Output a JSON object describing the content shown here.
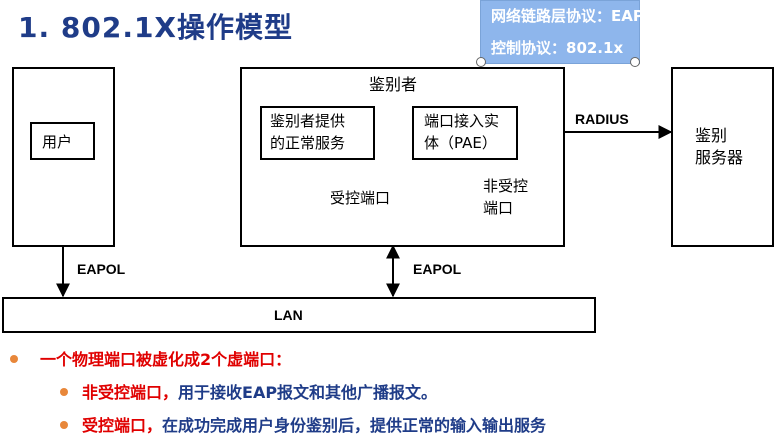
{
  "title": "1. 802.1X操作模型",
  "callout": {
    "line1": "网络链路层协议：EAPOL",
    "line2": "控制协议：802.1x"
  },
  "diagram": {
    "user": "用户",
    "authenticator": "鉴别者",
    "auth_service_line1": "鉴别者提供",
    "auth_service_line2": "的正常服务",
    "pae_line1": "端口接入实",
    "pae_line2": "体（PAE）",
    "controlled_port": "受控端口",
    "uncontrolled_port_line1": "非受控",
    "uncontrolled_port_line2": "端口",
    "radius": "RADIUS",
    "auth_server_line1": "鉴别",
    "auth_server_line2": "服务器",
    "eapol_left": "EAPOL",
    "eapol_right": "EAPOL",
    "lan": "LAN"
  },
  "bullets": {
    "main": "一个物理端口被虚化成2个虚端口：",
    "sub1_highlight": "非受控端口，",
    "sub1_rest": "用于接收EAP报文和其他广播报文。",
    "sub2_highlight": "受控端口，",
    "sub2_rest": "在成功完成用户身份鉴别后，提供正常的输入输出服务"
  },
  "colors": {
    "title": "#1f3c88",
    "callout_bg": "#8eb6ec",
    "bullet_red": "#e00000",
    "bullet_blue": "#1f3c88",
    "bullet_dot": "#e8873a"
  }
}
